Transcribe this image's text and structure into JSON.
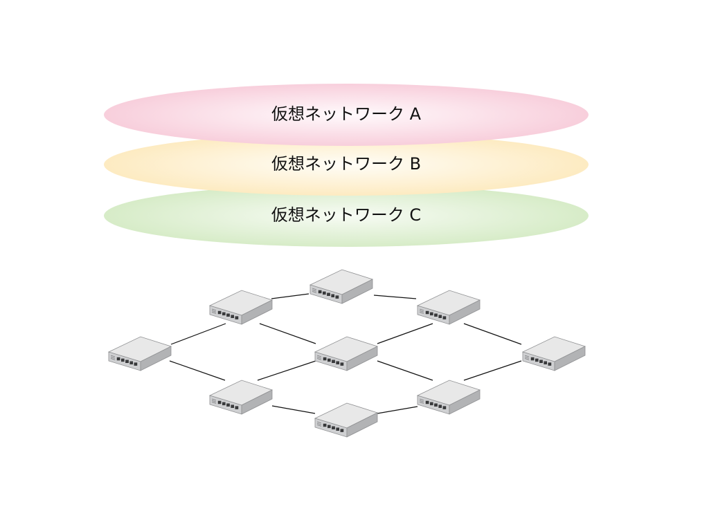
{
  "layers": [
    {
      "id": "a",
      "label": "仮想ネットワーク A"
    },
    {
      "id": "b",
      "label": "仮想ネットワーク B"
    },
    {
      "id": "c",
      "label": "仮想ネットワーク C"
    }
  ],
  "colors": {
    "layer_a": "#f4c1d1",
    "layer_b": "#fbe5b2",
    "layer_c": "#cfe7bd",
    "link": "#111111",
    "switch_top": "#e8e8e8",
    "switch_front": "#cfd0d2",
    "switch_side": "#b2b3b5",
    "switch_edge": "#8f9092"
  },
  "switches": [
    {
      "id": "top",
      "icon": "network-switch-icon"
    },
    {
      "id": "upper-left",
      "icon": "network-switch-icon"
    },
    {
      "id": "upper-right",
      "icon": "network-switch-icon"
    },
    {
      "id": "left",
      "icon": "network-switch-icon"
    },
    {
      "id": "center",
      "icon": "network-switch-icon"
    },
    {
      "id": "right",
      "icon": "network-switch-icon"
    },
    {
      "id": "lower-left",
      "icon": "network-switch-icon"
    },
    {
      "id": "lower-right",
      "icon": "network-switch-icon"
    },
    {
      "id": "bottom",
      "icon": "network-switch-icon"
    }
  ],
  "links": [
    [
      "upper-left",
      "top"
    ],
    [
      "top",
      "upper-right"
    ],
    [
      "left",
      "upper-left"
    ],
    [
      "upper-left",
      "center"
    ],
    [
      "center",
      "upper-right"
    ],
    [
      "upper-right",
      "right"
    ],
    [
      "left",
      "lower-left"
    ],
    [
      "lower-left",
      "center"
    ],
    [
      "center",
      "lower-right"
    ],
    [
      "lower-right",
      "right"
    ],
    [
      "lower-left",
      "bottom"
    ],
    [
      "bottom",
      "lower-right"
    ]
  ]
}
